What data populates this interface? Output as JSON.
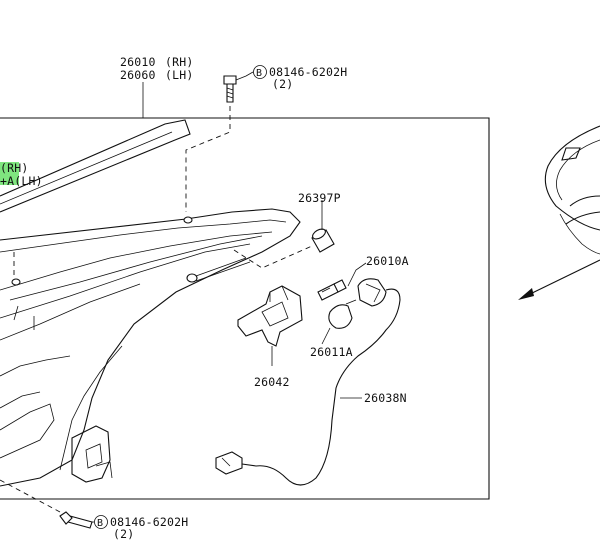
{
  "labels": {
    "part_26010": "26010",
    "part_26010_side": "(RH)",
    "part_26060": "26060",
    "part_26060_side": "(LH)",
    "bolt_top_marker": "B",
    "bolt_top_code": "08146-6202H",
    "bolt_top_qty": "(2)",
    "part_26397P": "26397P",
    "part_26010A": "26010A",
    "part_26011A": "26011A",
    "part_26042": "26042",
    "part_26038N": "26038N",
    "bolt_bottom_marker": "B",
    "bolt_bottom_code": "08146-6202H",
    "bolt_bottom_qty": "(2)",
    "highlight_rh": "(RH)",
    "highlight_lh": "+A(LH)"
  },
  "colors": {
    "line": "#111111",
    "highlight": "#7fe57f",
    "background": "#ffffff"
  }
}
